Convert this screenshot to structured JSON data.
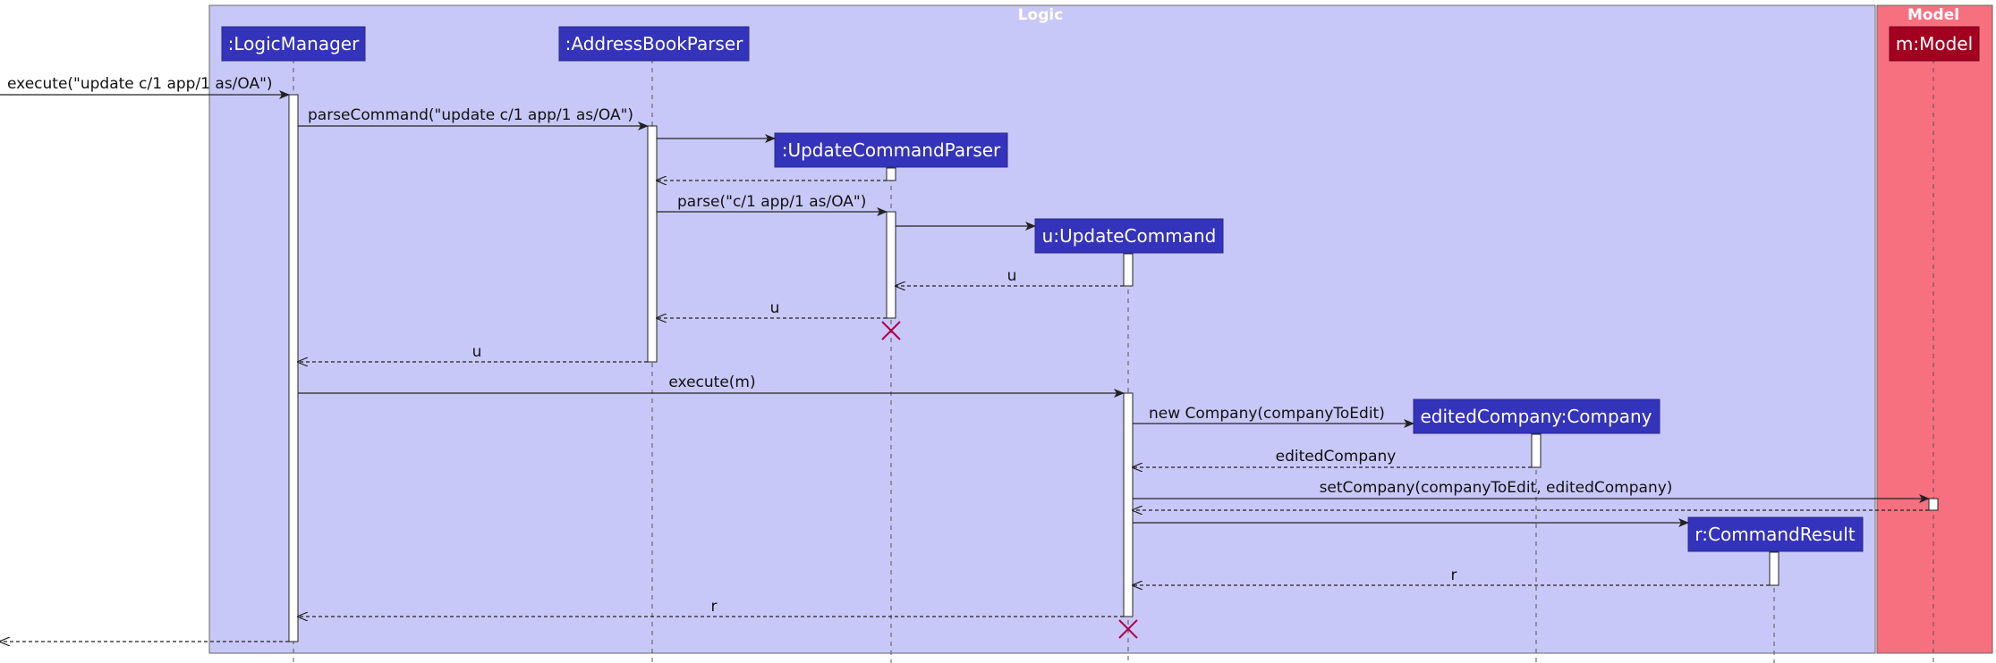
{
  "diagram": {
    "colors": {
      "logic_frame": "#C8C8F8",
      "model_frame": "#F77080",
      "participant": "#3333BB",
      "model_participant": "#A30020",
      "destroy": "#B0004A",
      "line": "#222222"
    },
    "frames": {
      "logic": "Logic",
      "model": "Model"
    },
    "participants": {
      "logic_manager": ":LogicManager",
      "address_book_parser": ":AddressBookParser",
      "update_command_parser": ":UpdateCommandParser",
      "update_command": "u:UpdateCommand",
      "edited_company": "editedCompany:Company",
      "command_result": "r:CommandResult",
      "model": "m:Model"
    },
    "messages": {
      "execute_input": "execute(\"update c/1 app/1 as/OA\")",
      "parse_command": "parseCommand(\"update c/1 app/1 as/OA\")",
      "parse": "parse(\"c/1 app/1 as/OA\")",
      "return_u_1": "u",
      "return_u_2": "u",
      "return_u_3": "u",
      "execute_m": "execute(m)",
      "new_company": "new Company(companyToEdit)",
      "return_edited_company": "editedCompany",
      "set_company": "setCompany(companyToEdit, editedCompany)",
      "return_r_1": "r",
      "return_r_2": "r"
    }
  }
}
